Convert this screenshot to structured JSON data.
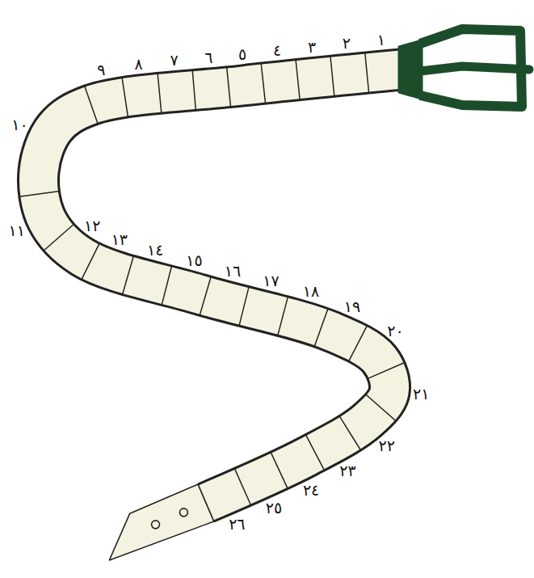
{
  "diagram": {
    "labels": [
      "١",
      "٢",
      "٣",
      "٤",
      "٥",
      "٦",
      "٧",
      "٨",
      "٩",
      "١٠",
      "١١",
      "١٢",
      "١٣",
      "١٤",
      "١٥",
      "١٦",
      "١٧",
      "١٨",
      "١٩",
      "٢٠",
      "٢١",
      "٢٢",
      "٢٣",
      "٢٤",
      "٢٥",
      "٢٦"
    ]
  }
}
